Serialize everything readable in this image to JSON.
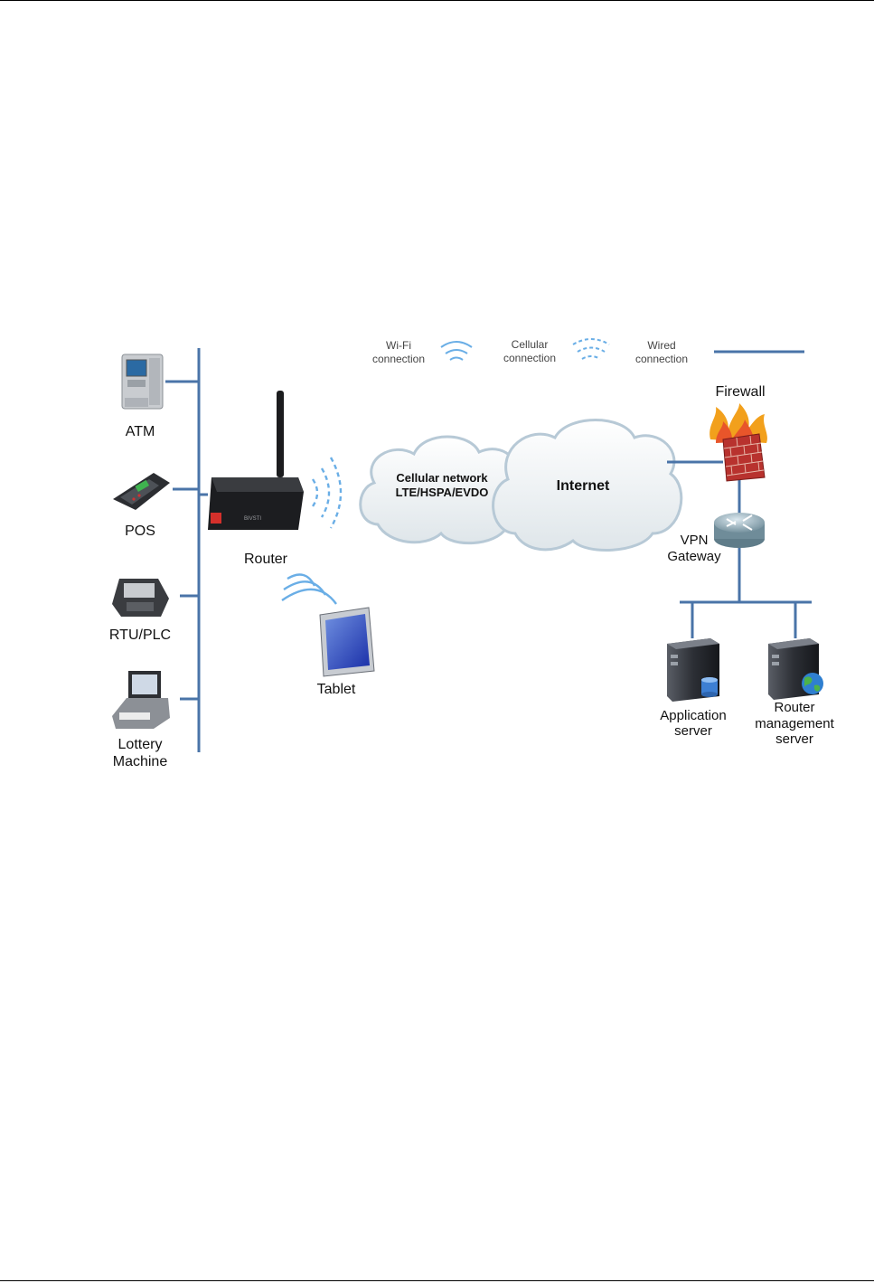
{
  "legend": {
    "wifi": [
      "Wi-Fi",
      "connection"
    ],
    "cellular": [
      "Cellular",
      "connection"
    ],
    "wired": [
      "Wired",
      "connection"
    ]
  },
  "devices": {
    "atm": "ATM",
    "pos": "POS",
    "rtu": "RTU/PLC",
    "lottery": [
      "Lottery",
      "Machine"
    ]
  },
  "router": "Router",
  "router_brand": "BIVSTI",
  "tablet": "Tablet",
  "cellular_cloud": [
    "Cellular network",
    "LTE/HSPA/EVDO"
  ],
  "internet": "Internet",
  "firewall": "Firewall",
  "vpn": [
    "VPN",
    "Gateway"
  ],
  "app_server": [
    "Application",
    "server"
  ],
  "mgmt_server": [
    "Router",
    "management",
    "server"
  ],
  "colors": {
    "wire": "#4a74a8",
    "wifi": "#6aaee6",
    "cloud": "#e9eef1",
    "cloud_edge": "#b7c9d6"
  }
}
